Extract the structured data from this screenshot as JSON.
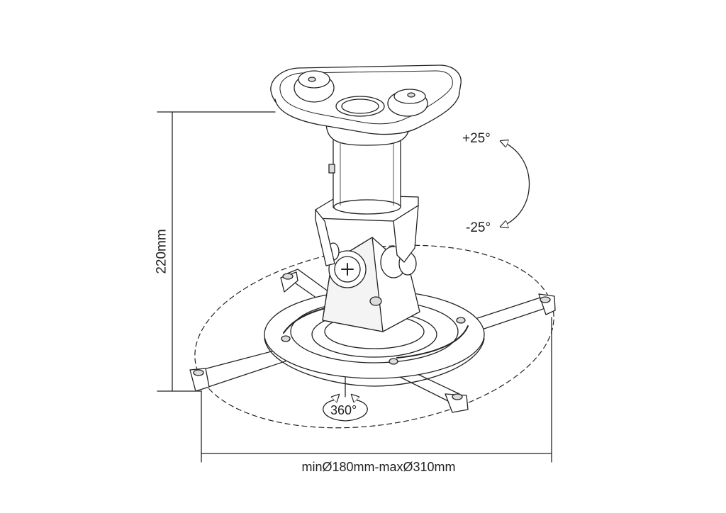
{
  "labels": {
    "height": "220mm",
    "tilt_up": "+25°",
    "tilt_down": "-25°",
    "rotation": "360°",
    "diameter": "minØ180mm-maxØ310mm"
  },
  "colors": {
    "line": "#222222",
    "fill": "#ffffff",
    "shade": "#dcdcdc"
  }
}
